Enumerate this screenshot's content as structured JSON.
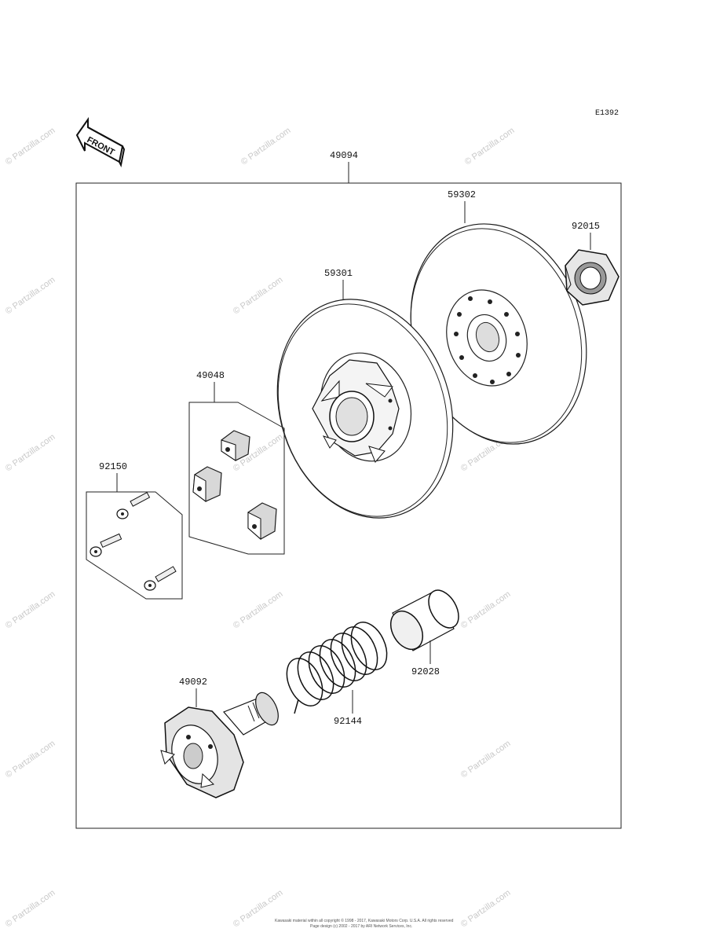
{
  "drawing_code": "E1392",
  "front_label": "FRONT",
  "assembly": {
    "number": "49094"
  },
  "parts": [
    {
      "id": "p59302",
      "number": "59302"
    },
    {
      "id": "p92015",
      "number": "92015"
    },
    {
      "id": "p59301",
      "number": "59301"
    },
    {
      "id": "p49048",
      "number": "49048"
    },
    {
      "id": "p92150",
      "number": "92150"
    },
    {
      "id": "p92028",
      "number": "92028"
    },
    {
      "id": "p49092",
      "number": "49092"
    },
    {
      "id": "p92144",
      "number": "92144"
    }
  ],
  "watermark": "© Partzilla.com",
  "copyright_lines": [
    "Kawasaki material within all copyright © 1998 - 2017, Kawasaki Motors Corp. U.S.A. All rights reserved",
    "Page design (c) 2002 - 2017 by ARI Network Services, Inc."
  ]
}
